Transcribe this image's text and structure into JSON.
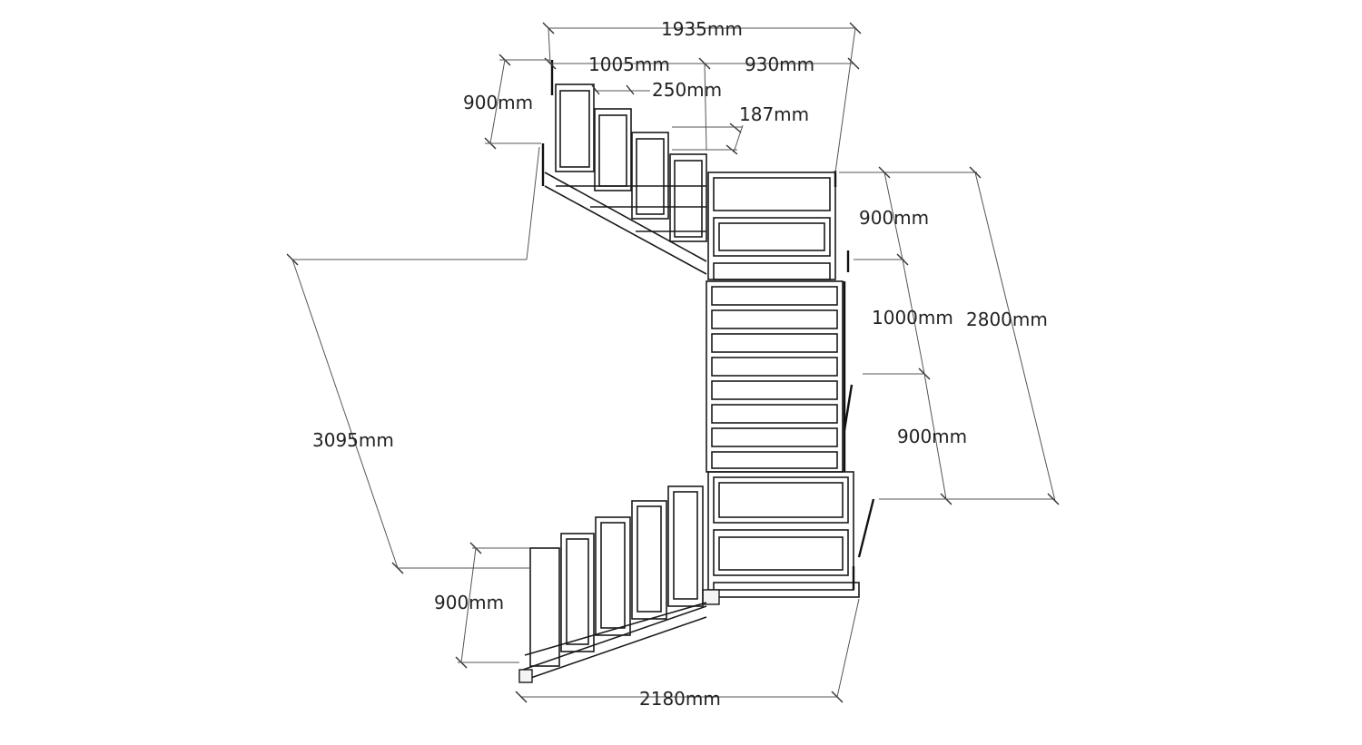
{
  "dimensions": {
    "total_width": "1935mm",
    "upper_run_width": "1005mm",
    "upper_landing_width": "930mm",
    "upper_flight_width": "900mm",
    "tread_depth": "250mm",
    "riser_height": "187mm",
    "right_landing_top": "900mm",
    "middle_flight": "1000mm",
    "right_total": "2800mm",
    "right_landing_bottom": "900mm",
    "left_height": "3095mm",
    "lower_flight_width": "900mm",
    "bottom_width": "2180mm"
  }
}
